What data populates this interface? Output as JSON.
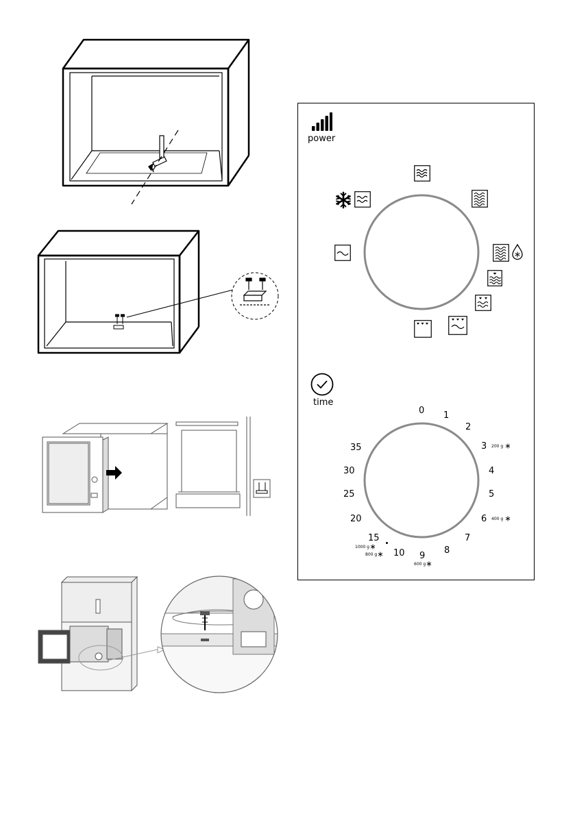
{
  "power_section": {
    "label": "power",
    "icons": [
      "signal-bars-icon",
      "microwave-low-icon",
      "microwave-medium-icon",
      "microwave-high-icon",
      "defrost-microwave-icon",
      "keep-warm-icon",
      "defrost-weight-icon",
      "grill-icon",
      "grill-microwave-combo-1-icon",
      "grill-microwave-combo-2-icon",
      "grill-microwave-combo-3-icon"
    ]
  },
  "time_section": {
    "label": "time",
    "ticks": [
      {
        "label": "0"
      },
      {
        "label": "1"
      },
      {
        "label": "2"
      },
      {
        "label": "3"
      },
      {
        "label": "4"
      },
      {
        "label": "5"
      },
      {
        "label": "6"
      },
      {
        "label": "7"
      },
      {
        "label": "8"
      },
      {
        "label": "9"
      },
      {
        "label": "10"
      },
      {
        "label": "15"
      },
      {
        "label": "20"
      },
      {
        "label": "25"
      },
      {
        "label": "30"
      },
      {
        "label": "35"
      }
    ],
    "weights": {
      "w200": "200 g",
      "w400": "400 g",
      "w600": "600 g",
      "w800": "800 g",
      "w1000": "1000 g"
    }
  }
}
